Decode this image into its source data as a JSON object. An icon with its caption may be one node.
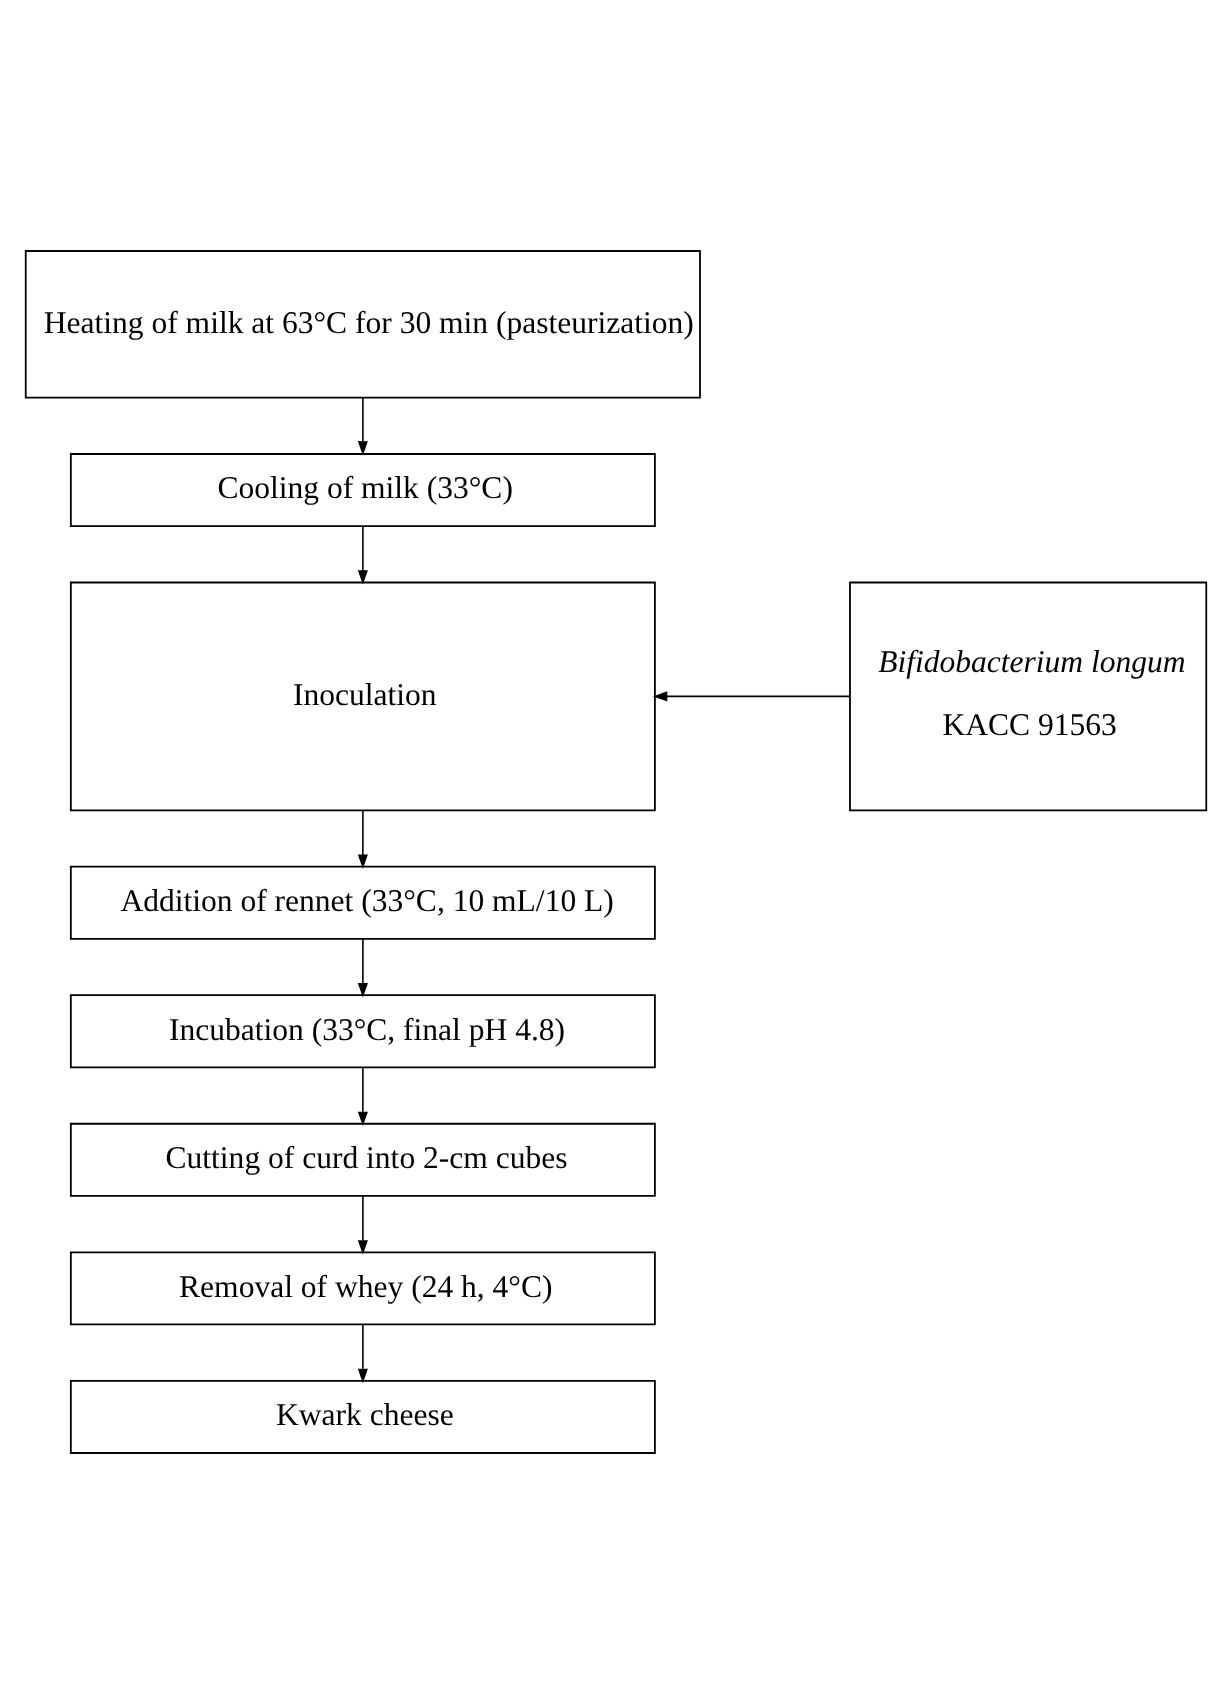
{
  "diagram": {
    "nodes": [
      {
        "text": [
          "Heating of milk at 63°C for 30 min (pasteurization)"
        ]
      },
      {
        "text": [
          "Cooling of milk (33°C)"
        ]
      },
      {
        "text": [
          "Inoculation"
        ]
      },
      {
        "text": [
          "Bifidobacterium longum",
          "KACC 91563"
        ]
      },
      {
        "text": [
          "Addition of rennet (33°C, 10 mL/10 L)"
        ]
      },
      {
        "text": [
          "Incubation (33°C, final pH 4.8)"
        ]
      },
      {
        "text": [
          "Cutting of curd into 2-cm cubes"
        ]
      },
      {
        "text": [
          "Removal of whey (24 h, 4°C)"
        ]
      },
      {
        "text": [
          "Kwark cheese"
        ]
      }
    ],
    "edges": [
      {
        "from": 0,
        "to": 1,
        "arrow": "to"
      },
      {
        "from": 1,
        "to": 2,
        "arrow": "to"
      },
      {
        "from": 3,
        "to": 2,
        "arrow": "to"
      },
      {
        "from": 2,
        "to": 4,
        "arrow": "to"
      },
      {
        "from": 4,
        "to": 5,
        "arrow": "to"
      },
      {
        "from": 5,
        "to": 6,
        "arrow": "to"
      },
      {
        "from": 6,
        "to": 7,
        "arrow": "to"
      },
      {
        "from": 7,
        "to": 8,
        "arrow": "to"
      }
    ]
  }
}
